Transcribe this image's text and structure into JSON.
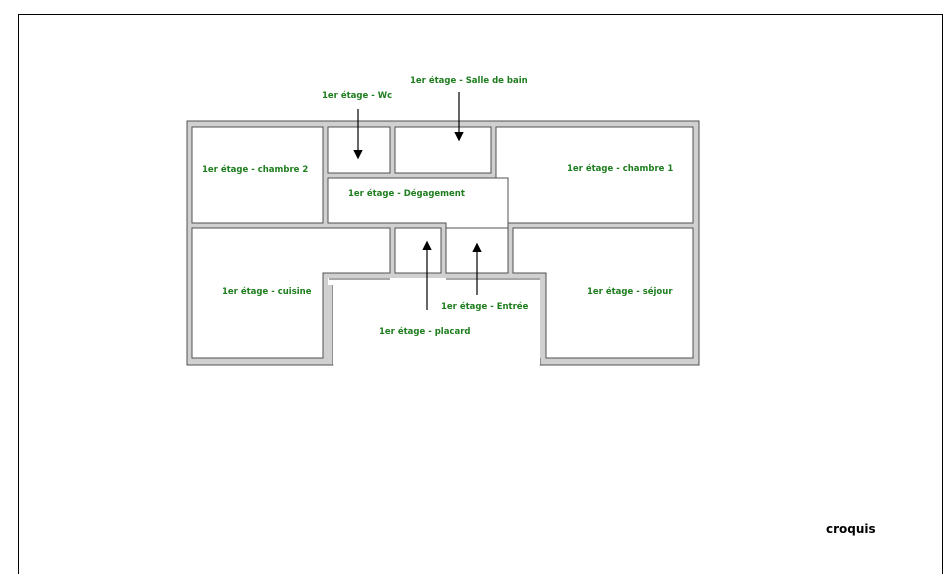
{
  "caption": "croquis",
  "colors": {
    "wall_fill": "#d0d0d0",
    "wall_stroke": "#505050",
    "room_fill": "#ffffff",
    "label": "#1e7d1e",
    "arrow": "#000000"
  },
  "rooms": {
    "chambre2": "1er étage - chambre 2",
    "wc": "1er étage - Wc",
    "salle_de_bain": "1er étage - Salle de bain",
    "chambre1": "1er étage - chambre 1",
    "degagement": "1er étage - Dégagement",
    "cuisine": "1er étage - cuisine",
    "sejour": "1er étage - séjour",
    "entree": "1er étage - Entrée",
    "placard": "1er étage - placard"
  }
}
